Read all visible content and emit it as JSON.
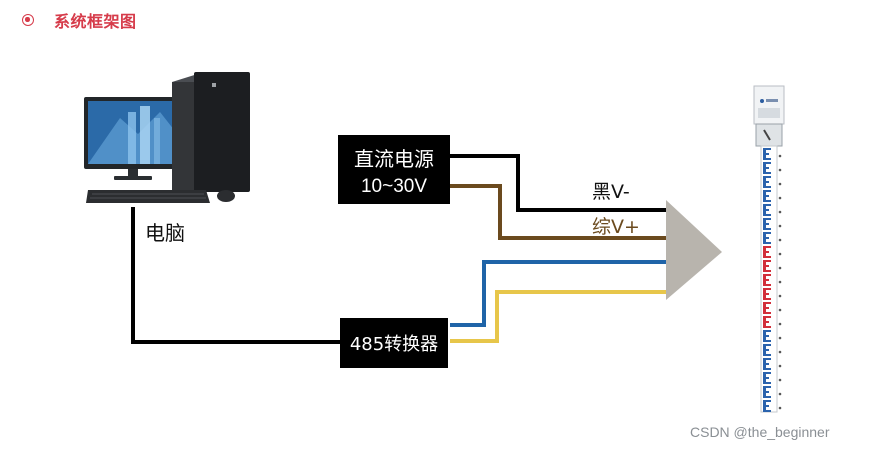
{
  "header": {
    "title": "系统框架图"
  },
  "nodes": {
    "computer": {
      "label": "电脑"
    },
    "power_supply": {
      "line1": "直流电源",
      "line2": "10~30V"
    },
    "converter": {
      "label": "485转换器"
    }
  },
  "wires": {
    "black": {
      "label": "黑V-",
      "color": "#000000"
    },
    "brown": {
      "label": "综V+",
      "color": "#6b4a1e"
    },
    "blue": {
      "color": "#1f64a8"
    },
    "yellow": {
      "color": "#e7c64a"
    }
  },
  "colors": {
    "accent": "#d63b4a",
    "box": "#000000",
    "connector": "#b8b4ad"
  },
  "watermark": "CSDN @the_beginner"
}
